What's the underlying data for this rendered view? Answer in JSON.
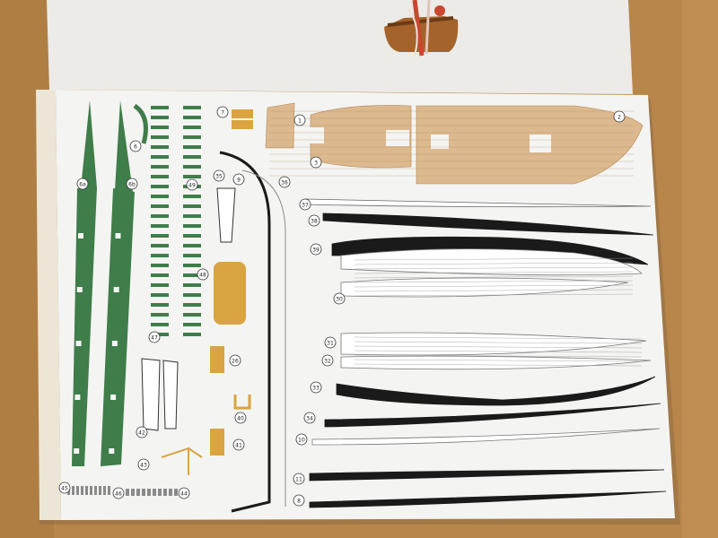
{
  "scene": {
    "description_label": "",
    "colors": {
      "table": "#b8864a",
      "table_dark": "#8a5f2e",
      "paper": "#f2f2f0",
      "paper_shadow": "#d8d6d2",
      "deck_wood": "#dcb98e",
      "deck_lines": "#b48a5a",
      "hull_green": "#3f7d4a",
      "hull_black": "#1a1a1a",
      "part_tan": "#d9a441",
      "model_red": "#c9472e",
      "model_wood": "#a4632a",
      "line_grey": "#8a8a8a"
    },
    "icons": [
      "ship-model-icon",
      "part-number-circle-icon"
    ]
  },
  "labels": {
    "part_numbers": [
      "6",
      "6a",
      "6b",
      "7",
      "1",
      "3",
      "2",
      "35",
      "36",
      "37",
      "38",
      "39",
      "30",
      "31",
      "32",
      "33",
      "34",
      "10",
      "11",
      "8",
      "9",
      "26",
      "40",
      "41",
      "42",
      "43",
      "44",
      "45",
      "46",
      "47",
      "48",
      "49"
    ]
  }
}
